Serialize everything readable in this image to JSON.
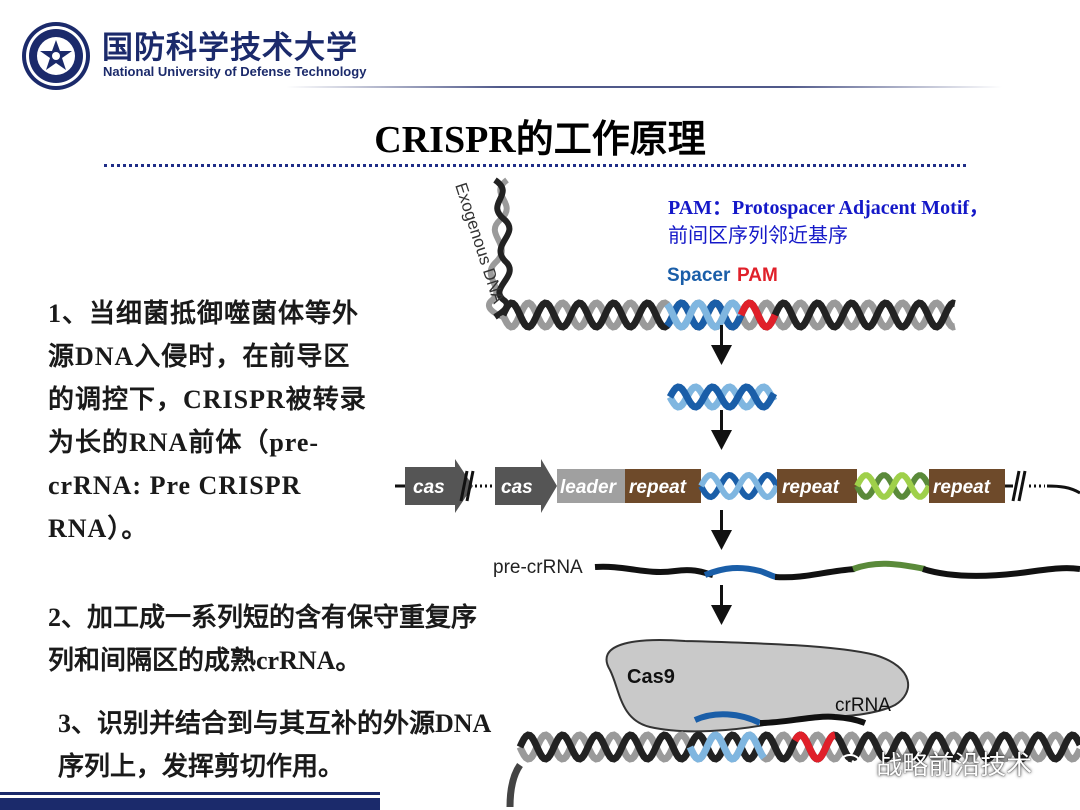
{
  "header": {
    "university_cn": "国防科学技术大学",
    "university_en": "National University of Defense Technology",
    "logo_icon": "university-seal-icon"
  },
  "title": "CRISPR的工作原理",
  "steps": [
    "1、当细菌抵御噬菌体等外源DNA入侵时，在前导区的调控下，CRISPR被转录为长的RNA前体（pre-crRNA: Pre CRISPR RNA）。",
    "2、加工成一系列短的含有保守重复序列和间隔区的成熟crRNA。",
    "3、识别并结合到与其互补的外源DNA序列上，发挥剪切作用。"
  ],
  "pam_note": {
    "line1": "PAM：Protospacer Adjacent Motif，",
    "line2": "前间区序列邻近基序"
  },
  "diagram": {
    "exogenous_label": "Exogenous DNA",
    "spacer_label": "Spacer",
    "pam_label": "PAM",
    "cas_label_1": "cas",
    "cas_label_2": "cas",
    "leader_label": "leader",
    "repeat_label_1": "repeat",
    "repeat_label_2": "repeat",
    "repeat_label_3": "repeat",
    "pre_crrna_label": "pre-crRNA",
    "cas9_label": "Cas9",
    "crrna_label": "crRNA"
  },
  "colors": {
    "navy": "#1b2a6b",
    "pam_note_blue": "#1418c8",
    "spacer_blue": "#1a5ea8",
    "spacer_light": "#7fb6e0",
    "pam_red": "#e0202a",
    "repeat_brown": "#6e4a2a",
    "leader_gray": "#a0a0a0",
    "spacer_green": "#5a8a3a",
    "spacer_green_light": "#9fd04a",
    "cas9_gray": "#c9c9c9"
  },
  "watermark": "战略前沿技术",
  "watermark_icon": "wechat-icon"
}
